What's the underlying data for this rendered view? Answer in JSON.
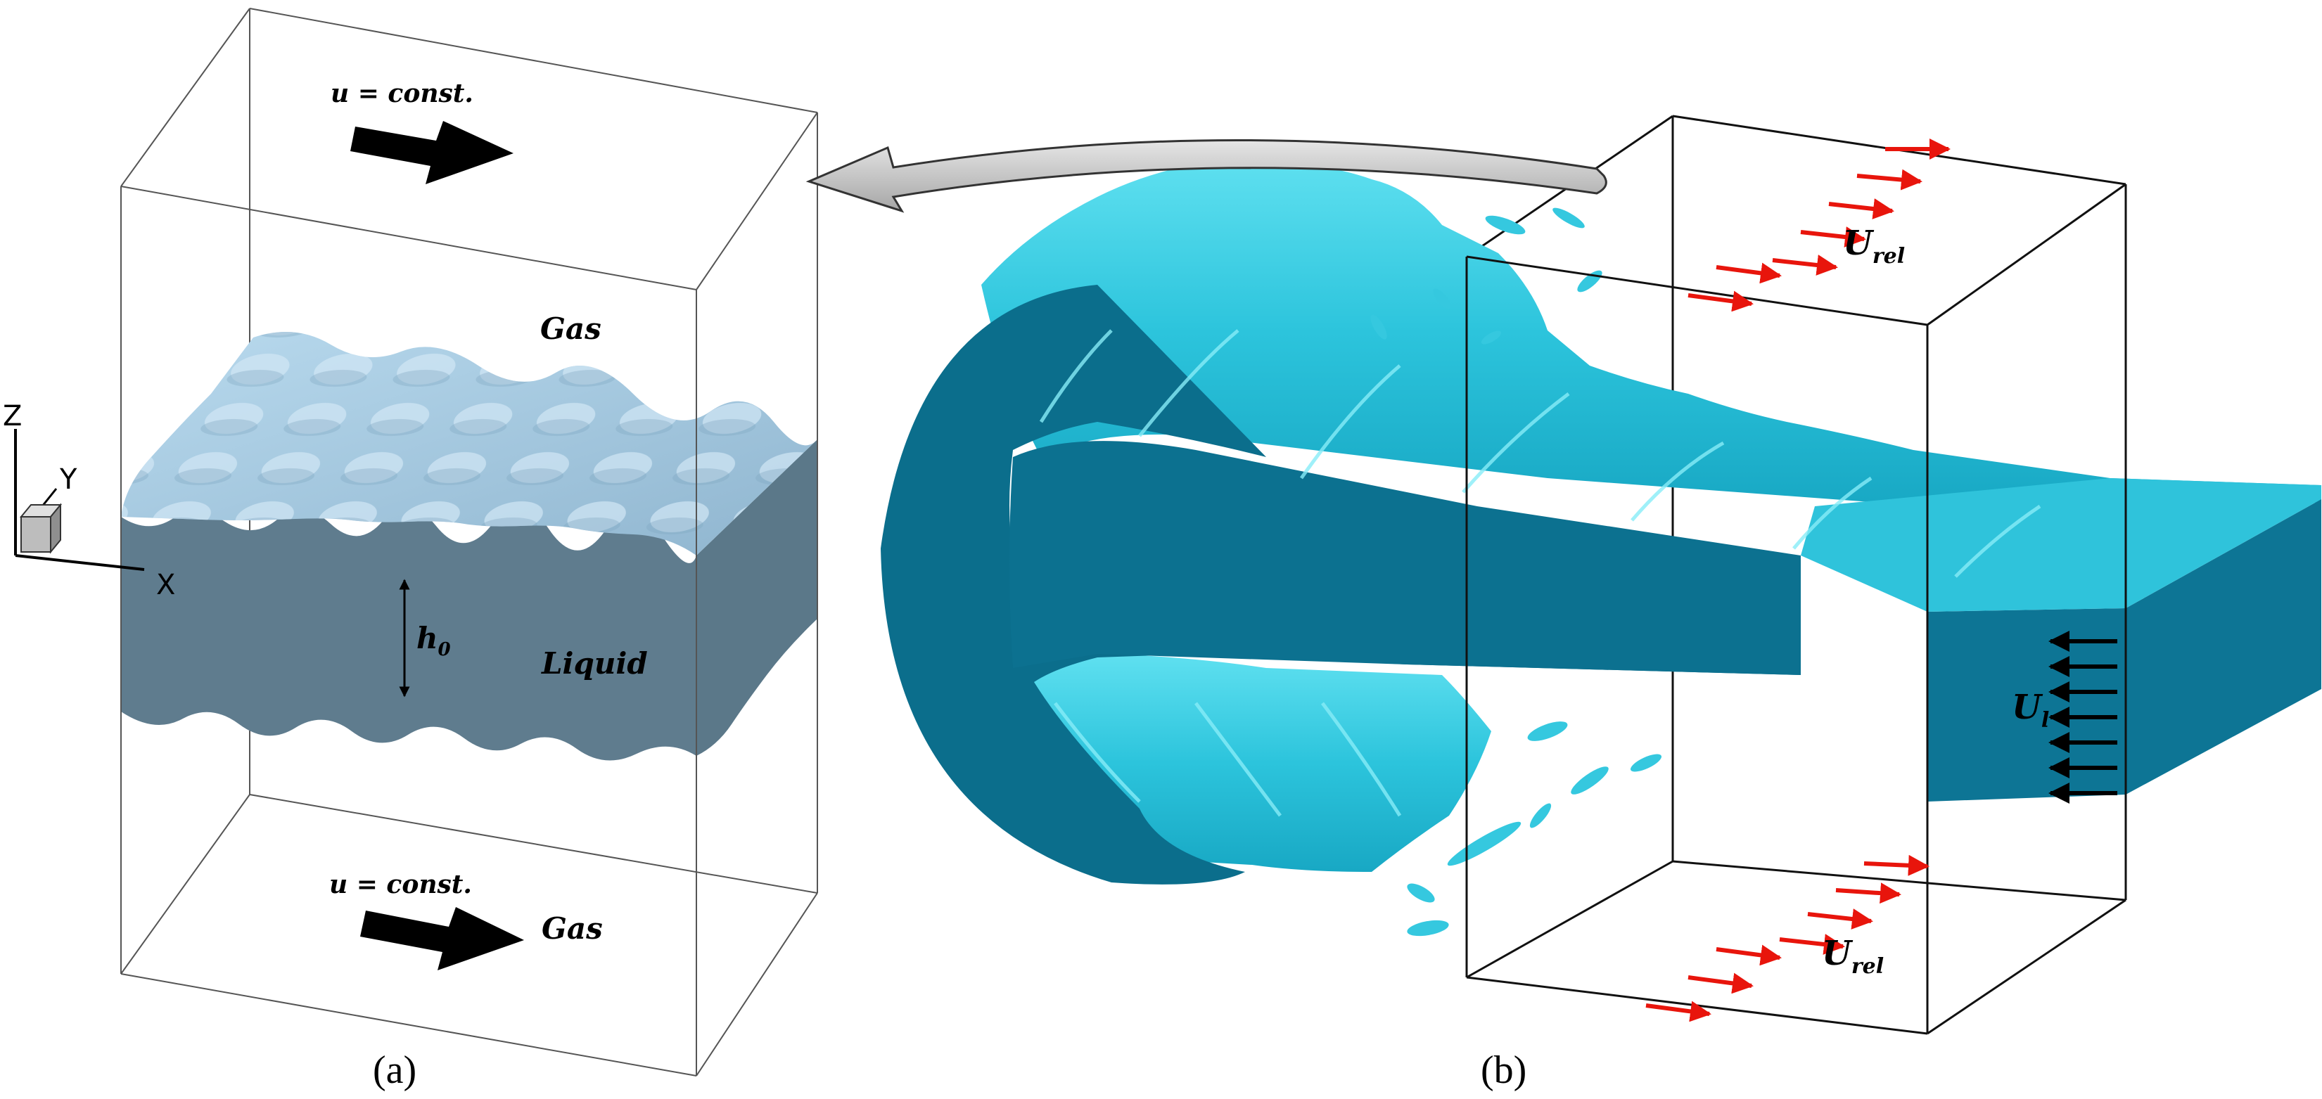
{
  "panel_a": {
    "caption": "(a)",
    "flow_top": "u = const.",
    "flow_bottom": "u = const.",
    "gas_top": "Gas",
    "gas_bottom": "Gas",
    "liquid": "Liquid",
    "h_main": "h",
    "h_sub": "0",
    "axes": {
      "z": "Z",
      "y": "Y",
      "x": "X"
    }
  },
  "panel_b": {
    "caption": "(b)",
    "u_main": "U",
    "u_rel_sub": "rel",
    "u_l_sub": "l"
  },
  "colors": {
    "wave_surface": "#a9cfe6",
    "liquid_side": "#5f7c8e",
    "jet_surface": "#35c8df",
    "jet_cut": "#0b6e8c",
    "red_arrow": "#e8150c",
    "curved_arrow": "#c8c8c8"
  }
}
